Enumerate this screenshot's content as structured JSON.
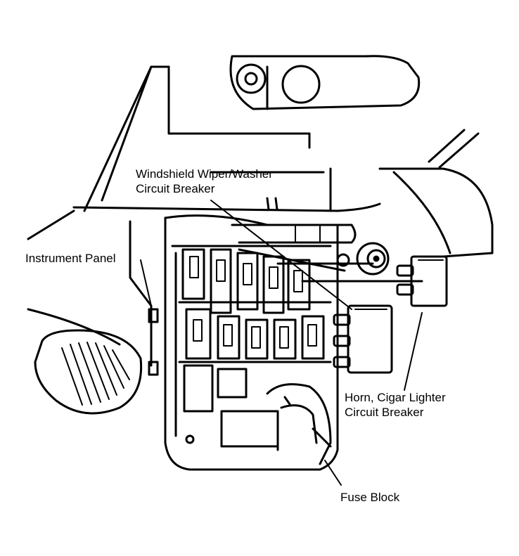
{
  "labels": {
    "wiper_breaker_line1": "Windshield Wiper/Washer",
    "wiper_breaker_line2": "Circuit Breaker",
    "instrument_panel": "Instrument Panel",
    "horn_breaker_line1": "Horn, Cigar Lighter",
    "horn_breaker_line2": "Circuit Breaker",
    "fuse_block": "Fuse Block"
  },
  "colors": {
    "ink": "#000000",
    "paper": "#ffffff"
  }
}
